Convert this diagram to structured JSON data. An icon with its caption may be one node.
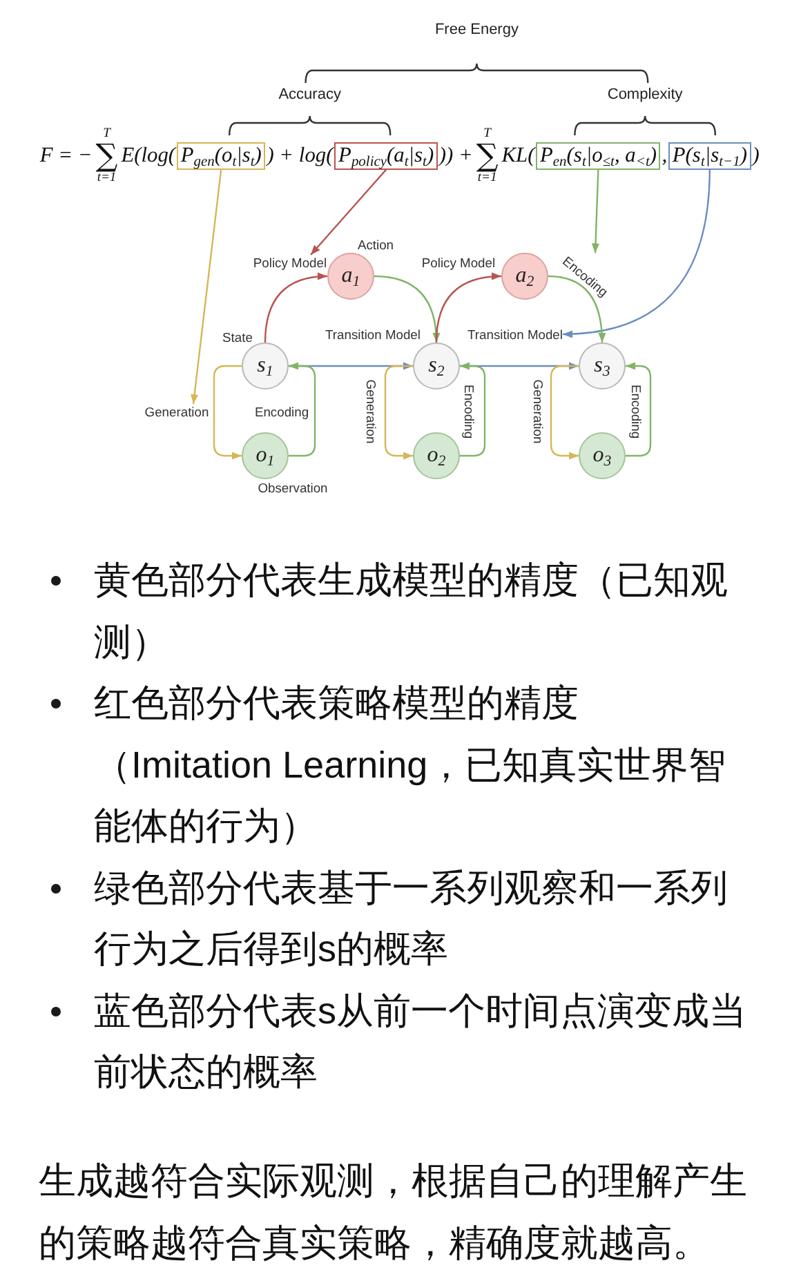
{
  "diagram": {
    "nodes": [
      {
        "text": [
          "P$_{gen}$(o$_{t}$|s$_{t}$)"
        ]
      },
      {
        "text": [
          "P$_{policy}$(a$_{t}$|s$_{t}$)"
        ]
      },
      {
        "text": [
          "P$_{en}$(s$_{t}$|o$_{≤t}$, a$_{<t}$)"
        ]
      },
      {
        "text": [
          "P(s$_{t}$|s$_{t−1}$)"
        ]
      },
      {
        "text": [
          "Policy Model"
        ]
      },
      {
        "text": [
          "a$_{1}$"
        ],
        "beside": [
          "Action"
        ]
      },
      {
        "text": [
          "a$_{2}$"
        ]
      },
      {
        "text": [
          "Encoding"
        ]
      },
      {
        "text": [
          "Transition Model"
        ]
      },
      {
        "text": [
          "s$_{1}$"
        ],
        "beside": [
          "State"
        ]
      },
      {
        "text": [
          "s$_{2}$"
        ]
      },
      {
        "text": [
          "s$_{3}$"
        ]
      },
      {
        "text": [
          "Generation"
        ]
      },
      {
        "text": [
          "o$_{1}$"
        ],
        "beside": [
          "Observation"
        ]
      },
      {
        "text": [
          "o$_{2}$"
        ]
      },
      {
        "text": [
          "o$_{3}$"
        ]
      }
    ],
    "edges": [
      {
        "from": 0,
        "to": 12,
        "arrow": "to",
        "color": "#d6b656"
      },
      {
        "from": 1,
        "to": 4,
        "arrow": "to",
        "color": "#b85450"
      },
      {
        "from": 2,
        "to": 7,
        "arrow": "to"
      },
      {
        "from": 3,
        "to": 8,
        "arrow": "to",
        "color": "#6c8ebf"
      },
      {
        "from": 9,
        "to": 5,
        "arrow": "to",
        "color": "#b85450"
      },
      {
        "from": 5,
        "to": 10,
        "arrow": "to"
      },
      {
        "from": 10,
        "to": 6,
        "arrow": "to",
        "label": "Policy Model",
        "color": "#b85450"
      },
      {
        "from": 6,
        "to": 11,
        "arrow": "to"
      },
      {
        "from": 9,
        "to": 10,
        "arrow": "to",
        "label": "Transition Model",
        "color": "#6c8ebf"
      },
      {
        "from": 10,
        "to": 11,
        "arrow": "to",
        "color": "#6c8ebf"
      },
      {
        "from": 9,
        "to": 13,
        "arrow": "to",
        "color": "#d6b656"
      },
      {
        "from": 13,
        "to": 9,
        "arrow": "to",
        "label": "Encoding"
      },
      {
        "from": 10,
        "to": 14,
        "arrow": "to",
        "label": "Generation",
        "color": "#d6b656"
      },
      {
        "from": 14,
        "to": 10,
        "arrow": "to",
        "label": "Encoding"
      },
      {
        "from": 11,
        "to": 15,
        "arrow": "to",
        "label": "Generation",
        "color": "#d6b656"
      },
      {
        "from": 15,
        "to": 11,
        "arrow": "to",
        "label": "Encoding"
      }
    ],
    "labels": [
      "Free Energy",
      "Accuracy",
      "Complexity",
      "F = −",
      "T",
      "∑",
      "t=1",
      "E(log(",
      ") + log(",
      ")) +",
      "T",
      "∑",
      "t=1",
      "KL(",
      ",",
      ")",
      "黄色部分代表生成模型的精度（已知观测）",
      "红色部分代表策略模型的精度（Imitation Learning，已知真实世界智能体的行为）",
      "绿色部分代表基于一系列观察和一系列行为之后得到s的概率",
      "蓝色部分代表s从前一个时间点演变成当前状态的概率",
      "生成越符合实际观测，根据自己的理解产生的策略越符合真实策略，精确度就越高。"
    ]
  }
}
